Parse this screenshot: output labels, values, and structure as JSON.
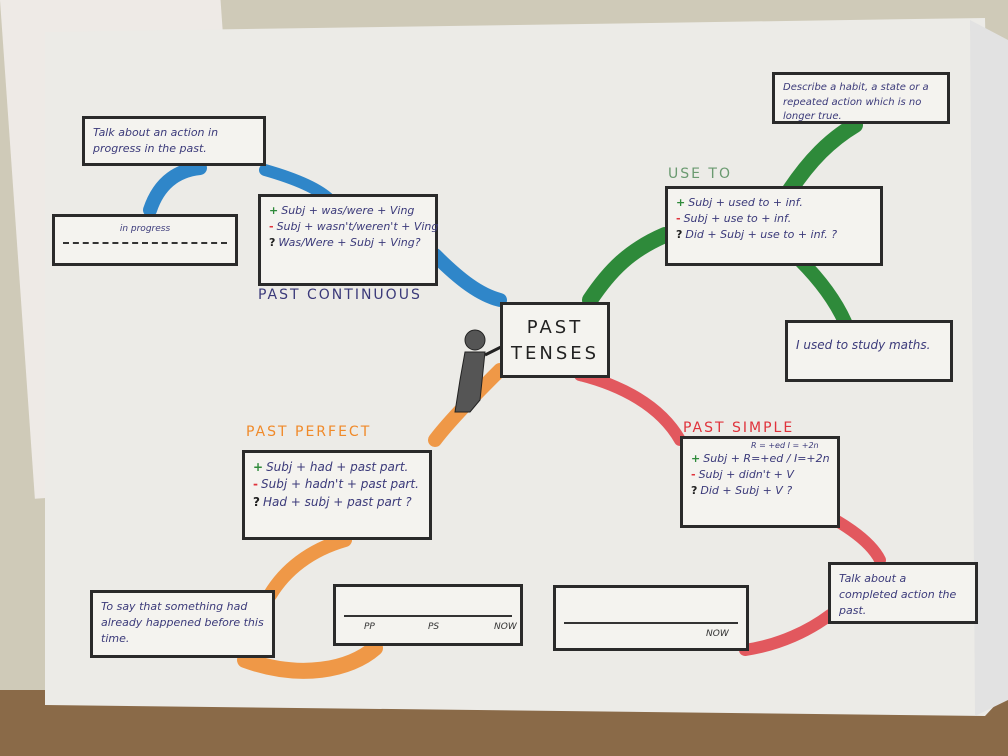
{
  "center": {
    "line1": "PAST",
    "line2": "TENSES"
  },
  "past_continuous": {
    "title": "PAST CONTINUOUS",
    "use": "Talk about an action in progress in the past.",
    "timeline_label": "in progress",
    "rules": [
      {
        "sym": "+",
        "text": "Subj + was/were + Ving"
      },
      {
        "sym": "-",
        "text": "Subj + wasn't/weren't + Ving"
      },
      {
        "sym": "?",
        "text": "Was/Were + Subj + Ving?"
      }
    ]
  },
  "used_to": {
    "title": "USE TO",
    "use": "Describe a habit, a state or a repeated action which is no longer true.",
    "example": "I used to study maths.",
    "rules": [
      {
        "sym": "+",
        "text": "Subj + used to + inf."
      },
      {
        "sym": "-",
        "text": "Subj + use to + inf."
      },
      {
        "sym": "?",
        "text": "Did + Subj + use to + inf. ?"
      }
    ]
  },
  "past_simple": {
    "title": "PAST SIMPLE",
    "use": "Talk about a completed action the past.",
    "timeline_label": "NOW",
    "note": "R = +ed  I = +2n",
    "rules": [
      {
        "sym": "+",
        "text": "Subj + R=+ed / I=+2n"
      },
      {
        "sym": "-",
        "text": "Subj + didn't + V"
      },
      {
        "sym": "?",
        "text": "Did + Subj + V ?"
      }
    ]
  },
  "past_perfect": {
    "title": "PAST PERFECT",
    "use": "To say that something had already happened before this time.",
    "timeline_labels": [
      "PP",
      "PS",
      "NOW"
    ],
    "rules": [
      {
        "sym": "+",
        "text": "Subj + had + past part."
      },
      {
        "sym": "-",
        "text": "Subj + hadn't + past part."
      },
      {
        "sym": "?",
        "text": "Had + subj + past part ?"
      }
    ]
  },
  "colors": {
    "blue": "#2f86c9",
    "green": "#2e8a3a",
    "red": "#e0333c",
    "orange": "#f08a2a"
  }
}
